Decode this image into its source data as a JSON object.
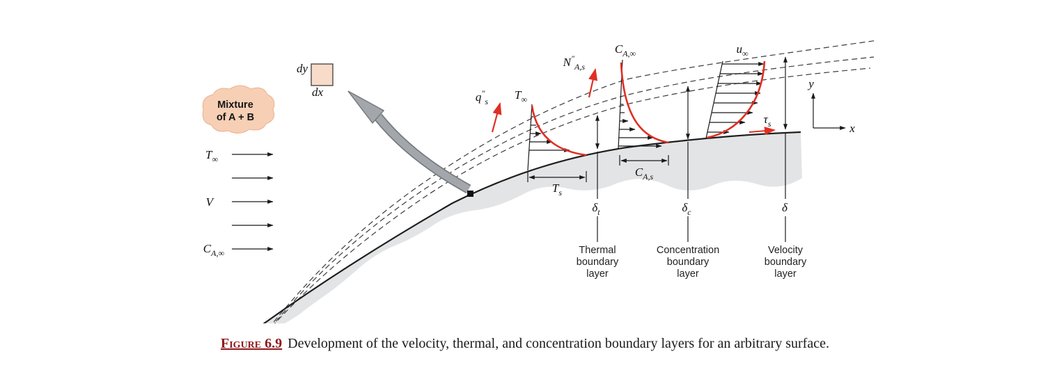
{
  "colors": {
    "red": "#e02f23",
    "surface_fill": "#e3e4e6",
    "cloud_fill": "#f6cfb5"
  },
  "cloud": {
    "line1": "Mixture",
    "line2": "of A + B"
  },
  "freestream": {
    "temperature": {
      "base": "T",
      "sub": "∞"
    },
    "velocity": {
      "base": "V"
    },
    "concentration": {
      "base": "C",
      "sub": "A,∞"
    }
  },
  "element": {
    "dy": "dy",
    "dx": "dx"
  },
  "surface_fluxes": {
    "heat": {
      "base": "q",
      "sup": "″",
      "sub": "s"
    },
    "species": {
      "base": "N",
      "sup": "″",
      "sub": "A,s"
    }
  },
  "profiles": {
    "thermal": {
      "freestream": {
        "base": "T",
        "sub": "∞"
      },
      "surface": {
        "base": "T",
        "sub": "s"
      }
    },
    "concentration": {
      "freestream": {
        "base": "C",
        "sub": "A,∞"
      },
      "surface": {
        "base": "C",
        "sub": "A,s"
      }
    },
    "velocity": {
      "freestream": {
        "base": "u",
        "sub": "∞"
      },
      "shear": {
        "base": "τ",
        "sub": "s"
      }
    }
  },
  "thickness": {
    "thermal": {
      "base": "δ",
      "sub": "t"
    },
    "concentration": {
      "base": "δ",
      "sub": "c"
    },
    "velocity": {
      "base": "δ",
      "sub": ""
    }
  },
  "layers": {
    "thermal": {
      "line1": "Thermal",
      "line2": "boundary",
      "line3": "layer"
    },
    "concentration": {
      "line1": "Concentration",
      "line2": "boundary",
      "line3": "layer"
    },
    "velocity": {
      "line1": "Velocity",
      "line2": "boundary",
      "line3": "layer"
    }
  },
  "axes": {
    "x": "x",
    "y": "y"
  },
  "caption": {
    "label": "Figure 6.9",
    "text": "Development of the velocity, thermal, and concentration boundary layers for an arbitrary surface."
  }
}
